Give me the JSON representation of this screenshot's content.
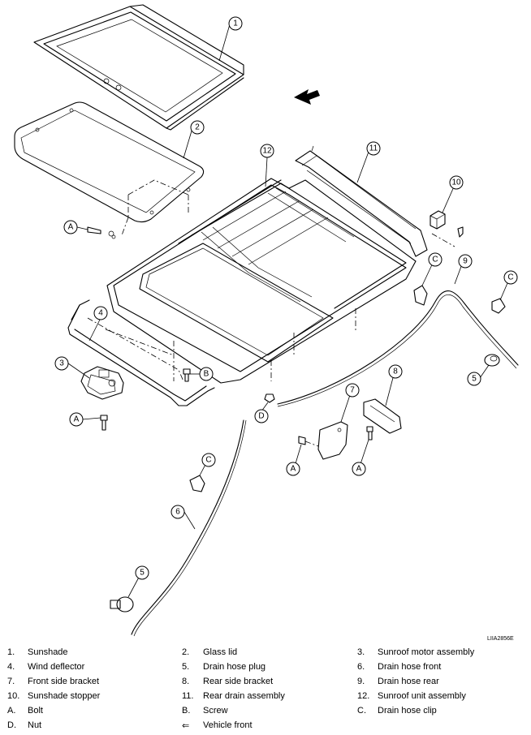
{
  "doc_code": "LIIA2856E",
  "callouts": {
    "n1": "1",
    "n2": "2",
    "n3": "3",
    "n4": "4",
    "n5a": "5",
    "n5b": "5",
    "n6": "6",
    "n7": "7",
    "n8": "8",
    "n9": "9",
    "n10": "10",
    "n11": "11",
    "n12": "12",
    "a1": "A",
    "a2": "A",
    "a3": "A",
    "a4": "A",
    "b1": "B",
    "c1": "C",
    "c2": "C",
    "c3": "C",
    "d1": "D"
  },
  "legend": [
    [
      {
        "key": "1.",
        "val": "Sunshade"
      },
      {
        "key": "2.",
        "val": "Glass lid"
      },
      {
        "key": "3.",
        "val": "Sunroof motor assembly"
      }
    ],
    [
      {
        "key": "4.",
        "val": "Wind deflector"
      },
      {
        "key": "5.",
        "val": "Drain hose plug"
      },
      {
        "key": "6.",
        "val": "Drain hose front"
      }
    ],
    [
      {
        "key": "7.",
        "val": "Front side bracket"
      },
      {
        "key": "8.",
        "val": "Rear side bracket"
      },
      {
        "key": "9.",
        "val": "Drain hose rear"
      }
    ],
    [
      {
        "key": "10.",
        "val": "Sunshade stopper"
      },
      {
        "key": "11.",
        "val": "Rear drain assembly"
      },
      {
        "key": "12.",
        "val": "Sunroof unit assembly"
      }
    ],
    [
      {
        "key": "A.",
        "val": "Bolt"
      },
      {
        "key": "B.",
        "val": "Screw"
      },
      {
        "key": "C.",
        "val": "Drain hose clip"
      }
    ],
    [
      {
        "key": "D.",
        "val": "Nut"
      },
      {
        "key": "⇐",
        "val": "Vehicle front"
      },
      null
    ]
  ]
}
